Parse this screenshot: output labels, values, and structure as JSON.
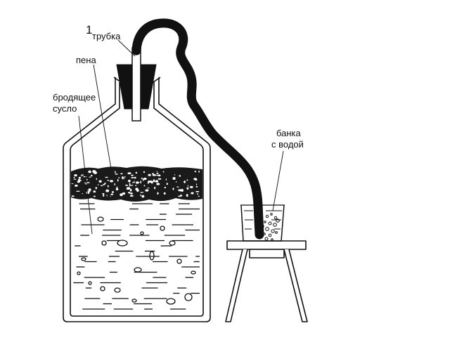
{
  "labels": {
    "number": "1",
    "tube": "трубка",
    "foam": "пена",
    "wort_line1": "бродящее",
    "wort_line2": "сусло",
    "jar_line1": "банка",
    "jar_line2": "с водой"
  },
  "colors": {
    "ink": "#111111",
    "paper": "#ffffff"
  }
}
